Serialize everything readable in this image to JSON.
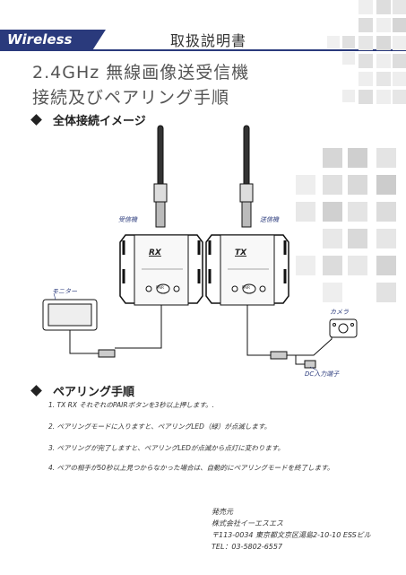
{
  "header": {
    "badge": "Wireless",
    "doc_title": "取扱説明書"
  },
  "title": {
    "line1": "2.4GHz 無線画像送受信機",
    "line2": "接続及びペアリング手順"
  },
  "section1": {
    "heading": "全体接続イメージ"
  },
  "diagram": {
    "receiver_label": "受信機",
    "transmitter_label": "送信機",
    "rx_text": "RX",
    "tx_text": "TX",
    "pair_text": "PAIR",
    "monitor_label": "モニター",
    "camera_label": "カメラ",
    "dc_label": "DC入力端子"
  },
  "section2": {
    "heading": "ペアリング手順"
  },
  "steps": [
    "1. TX  RX  それぞれのPAIRボタンを3秒以上押します。.",
    "2. ペアリングモードに入りますと、ペアリングLED（緑）が点滅します。",
    "3. ペアリングが完了しますと、ペアリングLEDが点滅から点灯に変わります。",
    "4. ペアの相手が50秒以上見つからなかった場合は、自動的にペアリングモードを終了します。"
  ],
  "footer": {
    "line1": "発売元",
    "line2": "株式会社イーエスエス",
    "line3": "〒113-0034  東京都文京区湯島2-10-10 ESSビル",
    "line4": "TEL：03-5802-6557"
  },
  "colors": {
    "brand": "#2a3a7c",
    "deco_gray": "#d9d9d9"
  }
}
